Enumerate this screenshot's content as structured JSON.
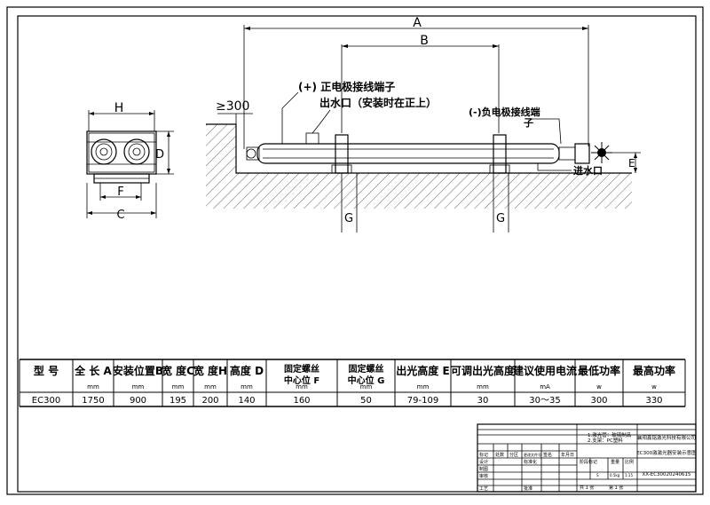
{
  "drawing": {
    "dim_labels": {
      "A": "A",
      "B": "B",
      "H": "H",
      "D": "D",
      "F": "F",
      "C": "C",
      "E": "E",
      "G1": "G",
      "G2": "G",
      "ge300": "≥300"
    },
    "annotations": {
      "positive_terminal": "(+) 正电极接线端子",
      "water_outlet": "出水口（安装时在正上）",
      "negative_terminal_line1": "(-)负电极接线端",
      "negative_terminal_line2": "子",
      "water_inlet": "进水口"
    }
  },
  "spec_table": {
    "headers": [
      {
        "name": "型 号",
        "unit": ""
      },
      {
        "name": "全 长 A",
        "unit": "mm"
      },
      {
        "name": "安装位置B",
        "unit": "mm"
      },
      {
        "name": "宽 度C",
        "unit": "mm"
      },
      {
        "name": "宽 度H",
        "unit": "mm"
      },
      {
        "name": "高度 D",
        "unit": "mm"
      },
      {
        "name": "固定螺丝\n中心位 F",
        "unit": "mm"
      },
      {
        "name": "固定螺丝\n中心位 G",
        "unit": "mm"
      },
      {
        "name": "出光高度 E",
        "unit": "mm"
      },
      {
        "name": "可调出光高度",
        "unit": "mm"
      },
      {
        "name": "建议使用电流",
        "unit": "mA"
      },
      {
        "name": "最低功率",
        "unit": "w"
      },
      {
        "name": "最高功率",
        "unit": "w"
      }
    ],
    "row": [
      "EC300",
      "1750",
      "900",
      "195",
      "200",
      "140",
      "160",
      "50",
      "79-109",
      "30",
      "30～35",
      "300",
      "330"
    ]
  },
  "title_block": {
    "notes_line1": "1.激光管：玻璃制品",
    "notes_line2": "2.支架：PC塑料",
    "company": "襄阳鑫铭激光科技有限公司",
    "drawing_title": "EC300激激光器安装示意图",
    "drawing_no": "XX-EC30020240615",
    "labels": {
      "mark": "标记",
      "count": "处数",
      "zone": "分区",
      "change_doc": "更改文件号",
      "sign": "签名",
      "date": "年月日",
      "design": "设计",
      "standard": "标准化",
      "check": "制图",
      "review": "审核",
      "process": "工艺",
      "approve": "批准",
      "stage": "阶段标记",
      "weight": "重量",
      "scale": "比例",
      "weight_val": "0.5kg",
      "scale_val": "1:15",
      "stage_val": "S",
      "sheets": "共 1 张",
      "sheet_no": "第 1 张"
    }
  }
}
